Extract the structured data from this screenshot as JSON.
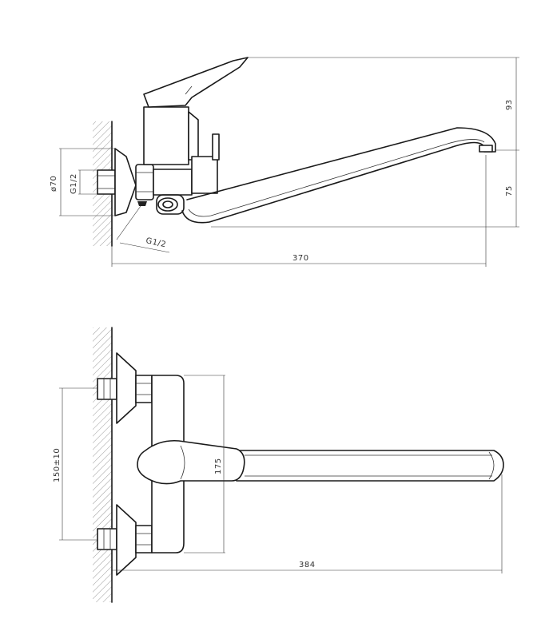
{
  "side_view": {
    "dim_height_top": "93",
    "dim_height_spout": "75",
    "dim_diameter": "ø70",
    "dim_thread_wall": "G1/2",
    "dim_thread_inlet": "G1/2",
    "dim_length": "370"
  },
  "top_view": {
    "dim_center_distance": "150±10",
    "dim_body_height": "175",
    "dim_length": "384"
  }
}
